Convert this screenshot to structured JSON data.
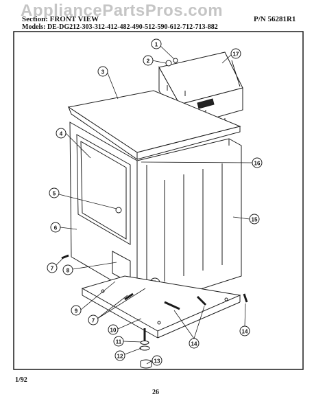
{
  "watermark": "AppliancePartsPros.com",
  "header": {
    "section": "Section: FRONT VIEW",
    "part_number": "P/N 56281R1",
    "models": "Models: DE-DG212-303-312-412-482-490-512-590-612-712-713-882"
  },
  "callouts": [
    "1",
    "2",
    "3",
    "4",
    "5",
    "6",
    "7",
    "7",
    "8",
    "9",
    "10",
    "11",
    "12",
    "13",
    "14",
    "14",
    "15",
    "16",
    "17"
  ],
  "footer": {
    "date": "1/92",
    "page": "26"
  },
  "colors": {
    "line": "#1a1a1a",
    "paper": "#ffffff",
    "watermark": "#969696"
  }
}
